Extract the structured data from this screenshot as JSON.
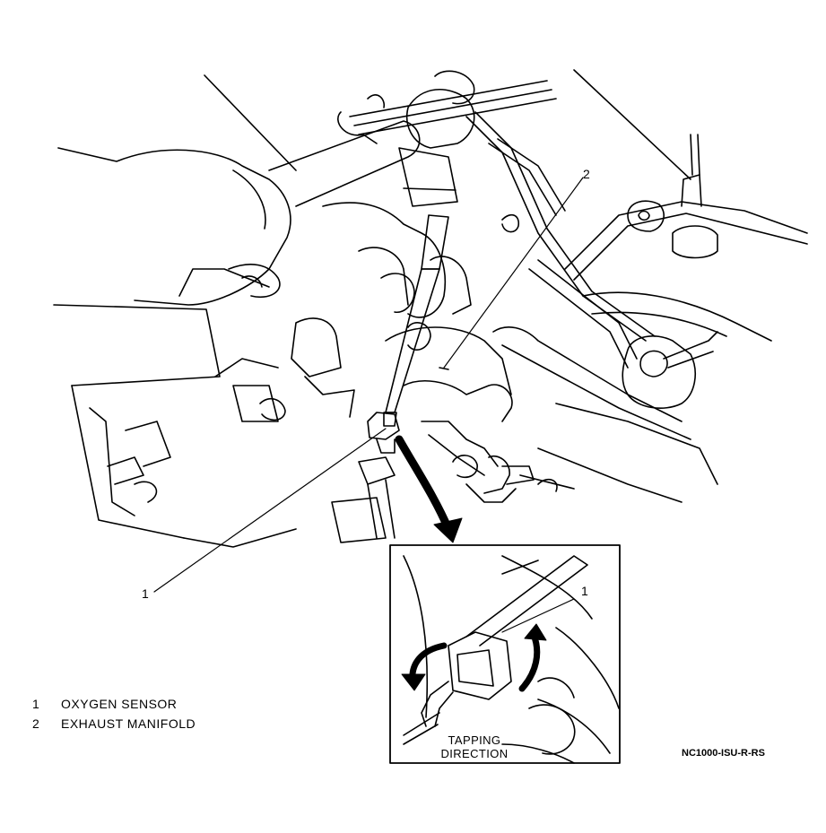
{
  "callouts": {
    "main_sensor": "1",
    "main_manifold": "2",
    "inset_sensor": "1"
  },
  "legend": [
    {
      "number": "1",
      "text": "OXYGEN SENSOR"
    },
    {
      "number": "2",
      "text": "EXHAUST MANIFOLD"
    }
  ],
  "inset": {
    "caption_line1": "TAPPING",
    "caption_line2": "DIRECTION"
  },
  "figure_code": "NC1000-ISU-R-RS",
  "colors": {
    "ink": "#000000",
    "paper": "#ffffff"
  }
}
